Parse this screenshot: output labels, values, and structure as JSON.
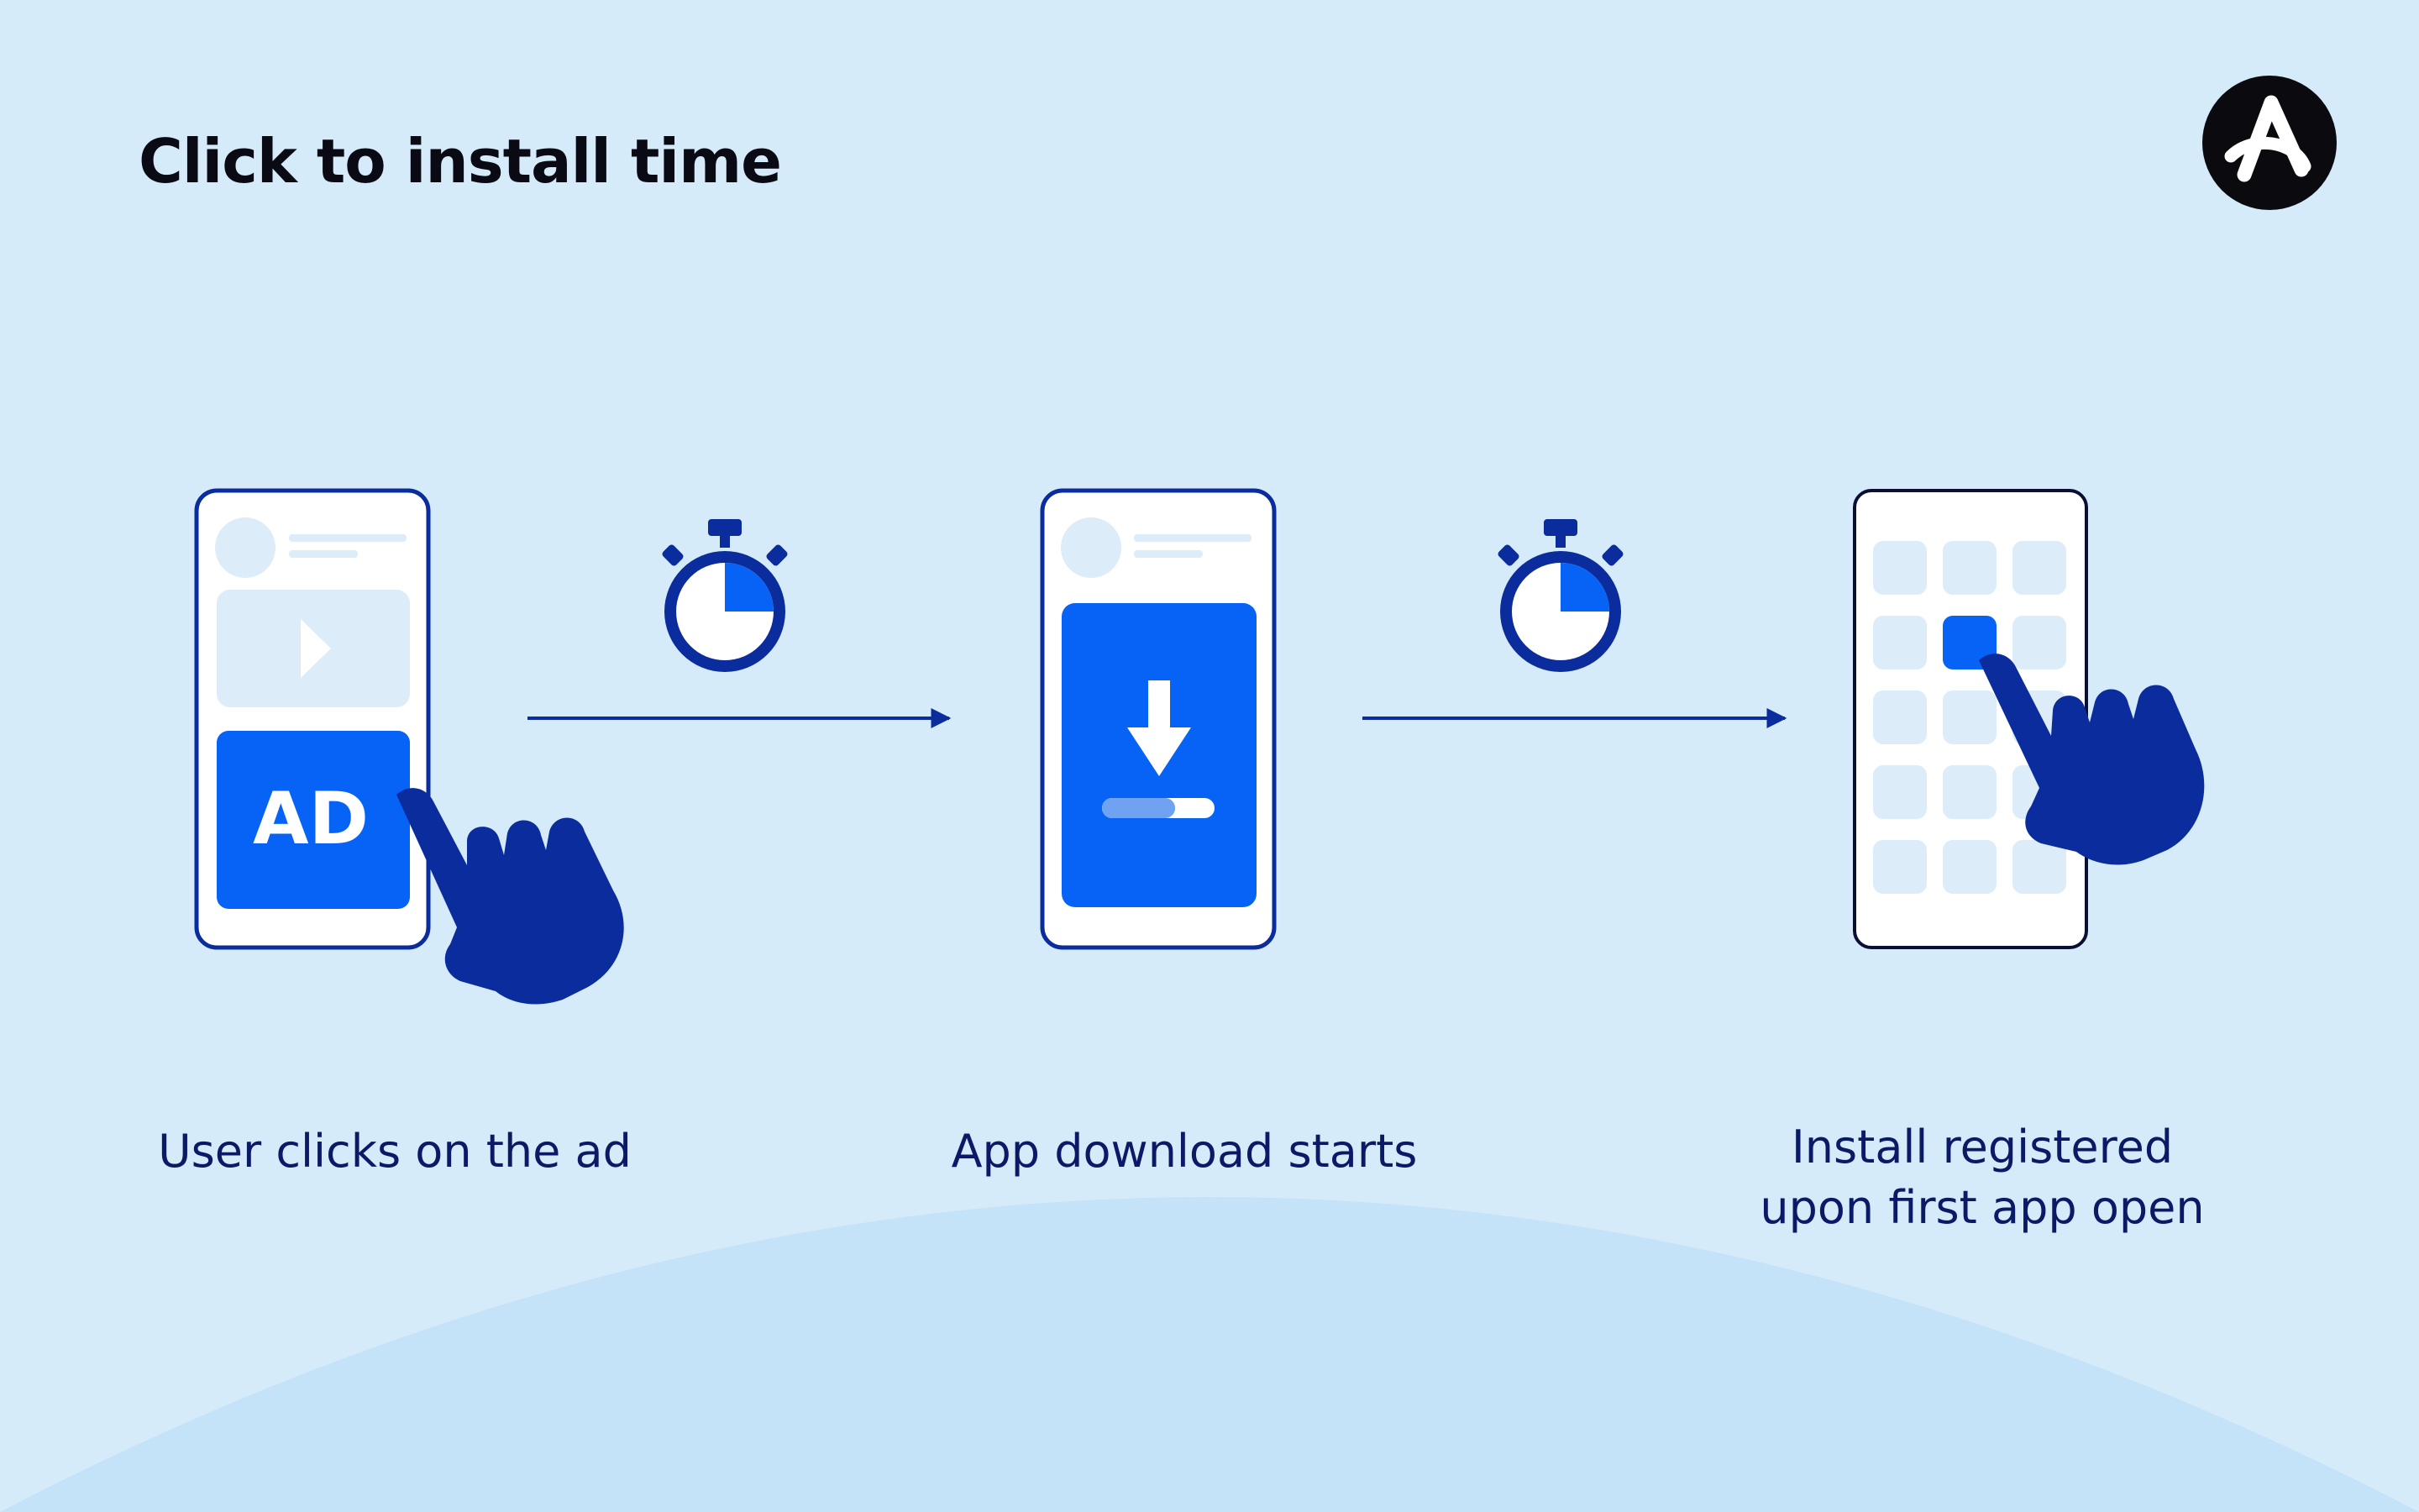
{
  "title": "Click to install time",
  "colors": {
    "background": "#d6ebfa",
    "hill": "#c5e3f8",
    "navy": "#0b2c9c",
    "bright_blue": "#0763f5",
    "light_tile": "#dcecf9"
  },
  "logo": {
    "icon": "letter-a-logo-icon"
  },
  "steps": [
    {
      "ad_label": "AD",
      "caption_lines": [
        "User clicks on the ad"
      ],
      "icons": [
        "phone-icon",
        "play-icon",
        "hand-pointer-icon"
      ]
    },
    {
      "caption_lines": [
        "App download starts"
      ],
      "progress": 0.65,
      "icons": [
        "phone-icon",
        "download-arrow-icon",
        "progress-bar"
      ]
    },
    {
      "caption_lines": [
        "Install registered",
        "upon first app open"
      ],
      "icons": [
        "phone-icon",
        "app-grid-icon",
        "hand-pointer-icon"
      ]
    }
  ],
  "timers": [
    {
      "icon": "stopwatch-icon",
      "elapsed_fraction": 0.25
    },
    {
      "icon": "stopwatch-icon",
      "elapsed_fraction": 0.25
    }
  ]
}
